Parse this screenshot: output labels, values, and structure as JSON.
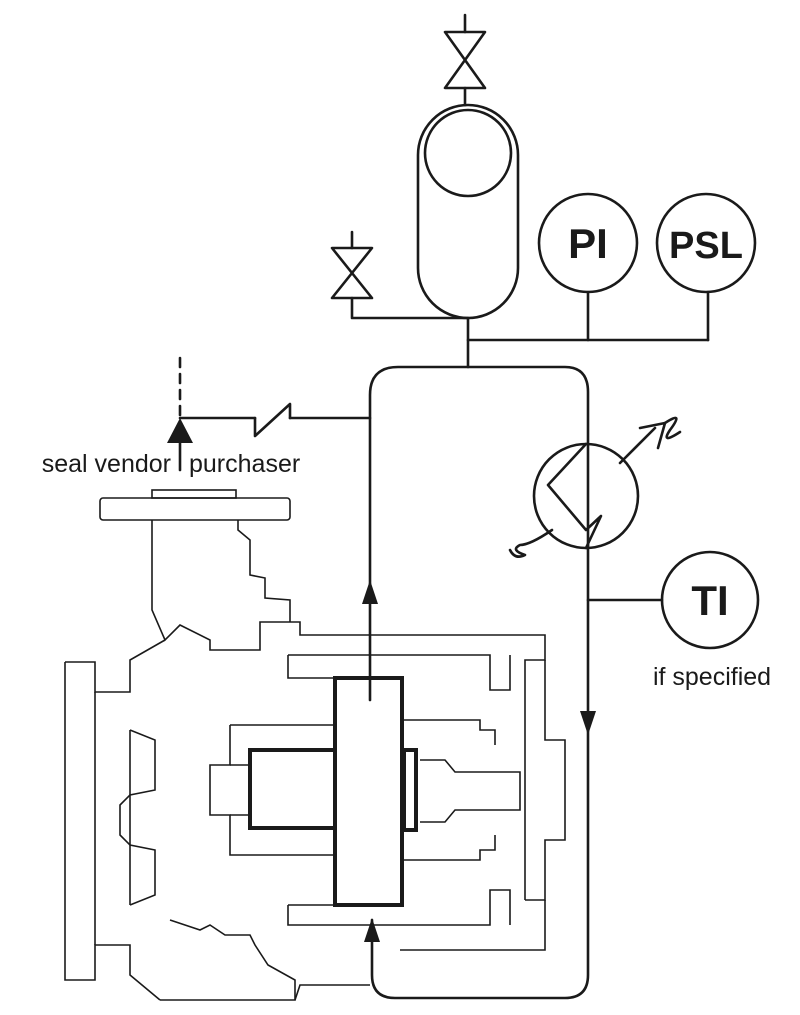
{
  "instruments": {
    "pi": "PI",
    "psl": "PSL",
    "ti": "TI"
  },
  "labels": {
    "ti_note": "if specified",
    "seal_vendor": "seal vendor",
    "purchaser": "purchaser"
  },
  "icons": {
    "valve": "gate-valve-icon",
    "check_valve": "check-valve-icon",
    "heat_exchanger": "heat-exchanger-icon"
  },
  "colors": {
    "ink": "#1a1a1a",
    "background": "#ffffff"
  }
}
